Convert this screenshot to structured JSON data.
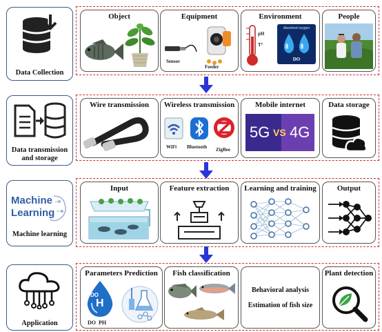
{
  "rows": {
    "collection": {
      "label": "Data Collection",
      "cards": {
        "object": "Object",
        "equipment": "Equipment",
        "sensor": "Sensor",
        "feeder": "Feeder",
        "environment": "Environment",
        "ph": "pH",
        "temp": "T°",
        "do_title": "dissolved oxygen",
        "do": "DO",
        "people": "People"
      }
    },
    "transmission": {
      "label_line1": "Data transmission",
      "label_line2": "and storage",
      "cards": {
        "wire": "Wire transmission",
        "wireless": "Wireless transmission",
        "wifi": "WiFi",
        "bluetooth": "Bluetooth",
        "zigbee": "ZigBee",
        "mobile": "Mobile internet",
        "g5": "5G",
        "vs": "VS",
        "g4": "4G",
        "storage": "Data storage"
      }
    },
    "ml": {
      "label": "Machine learning",
      "logo_line1": "Machine",
      "logo_line2": "Learning",
      "cards": {
        "input": "Input",
        "feature": "Feature extraction",
        "learning": "Learning and training",
        "output": "Output"
      }
    },
    "application": {
      "label": "Application",
      "cards": {
        "params": "Parameters Prediction",
        "do": "DO",
        "h": "H",
        "do_ph": "DO  PH",
        "fish": "Fish classification",
        "behavior": "Behavioral analysis",
        "size": "Estimation of fish size",
        "plant": "Plant detection"
      }
    }
  },
  "colors": {
    "dashed_border": "#d22a2a",
    "arrow": "#2b35d6",
    "card_border": "#555555"
  }
}
